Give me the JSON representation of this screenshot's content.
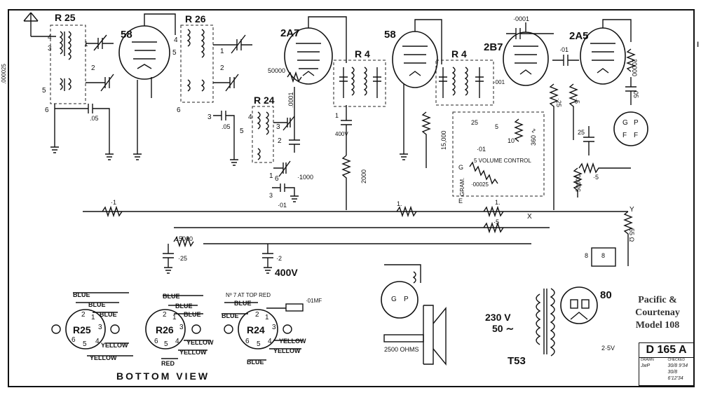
{
  "diagram": {
    "tubes": [
      "58",
      "2A7",
      "58",
      "2B7",
      "2A5",
      "80"
    ],
    "components": [
      "R 25",
      "R 26",
      "R 24",
      "R 4",
      "R 4",
      "T53"
    ],
    "values": {
      "c_r25": ".000025",
      "c_05_a": ".05",
      "c_05_b": ".05",
      "c_0001": ".0001",
      "c_0001_top": "·0001",
      "r_50000_a": "50000",
      "c_1000": "·1000",
      "c_01_a": "·01",
      "c_01_b": "·01",
      "c_01_c": "·01",
      "r_15000_a": "15,000",
      "r_2000": "2000",
      "c_400v": "400V",
      "c_1_400v": "1",
      "c_001": "·001",
      "c_25_a": "25",
      "c_25_b": "25",
      "c_25_c": "·25",
      "r_5_a": "5",
      "r_5_b": "·5",
      "r_5_c": "·5",
      "r_5_d": "·5",
      "r_360": "360 ∿",
      "r_10": "10",
      "vol": "5 VOLUME CONTROL",
      "gram": "GRAM.",
      "c_00025": "·00025",
      "r_25_a": "·25",
      "r_50000_b": "50000",
      "r_20000": "20000",
      "c_05_c": "05",
      "r_1_a": "·1",
      "r_1_b": "1.",
      "r_1_c": "1.",
      "r_15000_b": "15000",
      "c_2": "·2",
      "hv": "400V",
      "r_55": "55 Ω",
      "c_8_a": "8",
      "c_8_b": "8",
      "pin_x": "X",
      "pin_y": "Y",
      "mains_v": "230 V",
      "mains_hz": "50 ∼",
      "heater": "2·5V",
      "field": "2500 OHMS",
      "bottom_view": "BOTTOM VIEW",
      "pin7_note": "Nº 7 AT TOP RED",
      "c_01mf": "·01MF",
      "spk_g": "G",
      "spk_p": "P",
      "sock_g": "G",
      "sock_p": "P",
      "sock_f1": "F",
      "sock_f2": "F",
      "sw_g": "G",
      "sw_e": "E"
    },
    "wire_colors": {
      "r25": [
        "BLUE",
        "BLUE",
        "BLUE",
        "YELLOW",
        "YELLOW"
      ],
      "r26": [
        "BLUE",
        "BLUE",
        "BLUE",
        "YELLOW",
        "YELLOW",
        "RED"
      ],
      "r24": [
        "BLUE",
        "BLUE",
        "YELLOW",
        "YELLOW",
        "BLUE"
      ]
    },
    "socket_labels": [
      "R25",
      "R26",
      "R24"
    ],
    "pin_numbers": {
      "r25": [
        "2",
        "1",
        "3",
        "4",
        "5",
        "6"
      ],
      "r26": [
        "2",
        "1",
        "3",
        "4",
        "5",
        "6"
      ],
      "r24": [
        "2",
        "1",
        "3",
        "4",
        "5",
        "6"
      ]
    },
    "coil_pins": {
      "r25": [
        "4",
        "3",
        "1",
        "2",
        "5",
        "6"
      ],
      "r26": [
        "4",
        "5",
        "1",
        "2",
        "3",
        "6"
      ],
      "r24": [
        "4",
        "5",
        "3",
        "2",
        "1",
        "6"
      ]
    }
  },
  "publisher_note": [
    "Pacific &",
    "Courtenay",
    "Model 108"
  ],
  "title_block": {
    "drawing_number": "D 165 A",
    "drawn_label": "DRAWN",
    "checked_label": "CHECKED",
    "drawn_by": "JwP",
    "checked_1": "30/8 9'34",
    "checked_2": "30/8 6'12'34"
  },
  "right_edge_mark": "I"
}
